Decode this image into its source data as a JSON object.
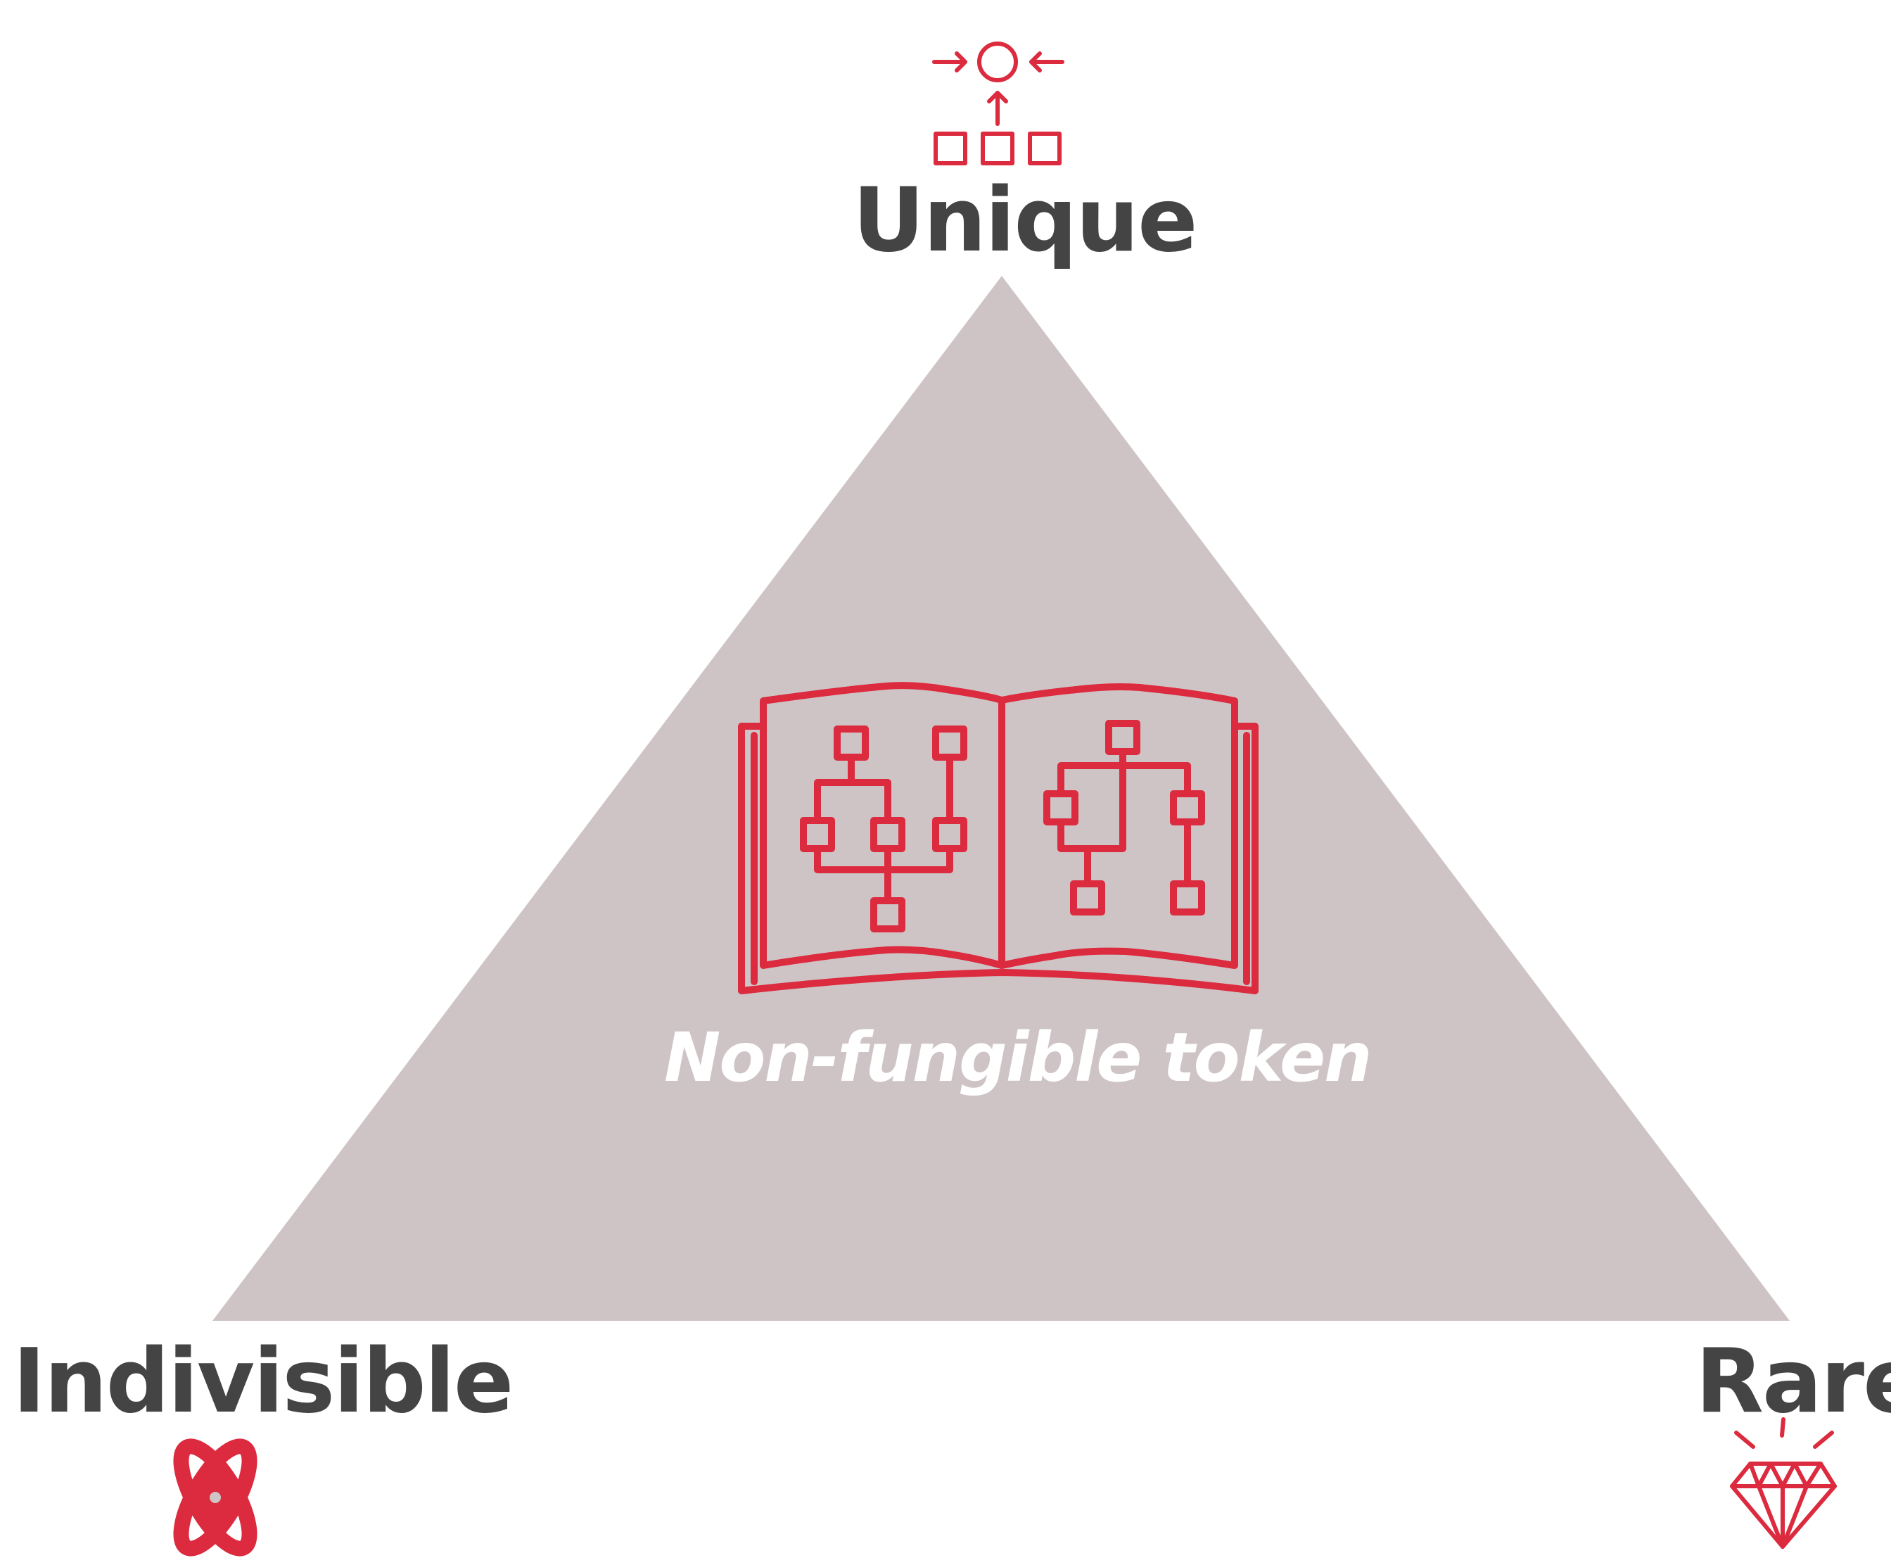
{
  "vertices": {
    "top": {
      "label": "Unique",
      "icon": "converge-icon"
    },
    "bottom_left": {
      "label": "Indivisible",
      "icon": "atom-icon"
    },
    "bottom_right": {
      "label": "Rare",
      "icon": "diamond-icon"
    }
  },
  "center": {
    "caption": "Non-fungible token",
    "icon": "open-book-flowchart-icon"
  },
  "colors": {
    "triangle": "#cec4c5",
    "accent": "#dc2a3e",
    "label_text": "#444444",
    "caption_text": "#ffffff"
  }
}
